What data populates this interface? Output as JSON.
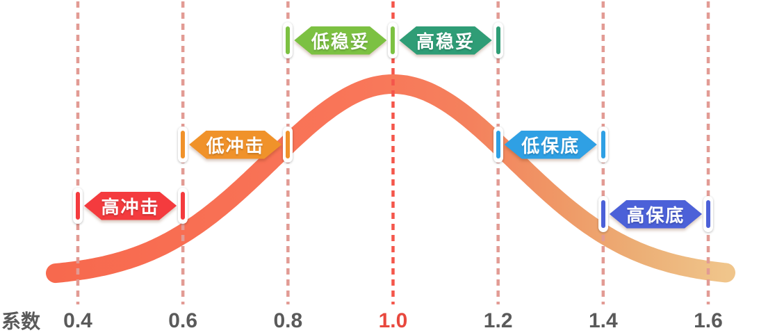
{
  "axis": {
    "title": "系数",
    "title_color": "#5A5A5A",
    "tick_color": "#5A5A5A",
    "tick_highlight_color": "#E8483E",
    "ticks": [
      {
        "label": "0.4",
        "coef": 0.4,
        "highlight": false
      },
      {
        "label": "0.6",
        "coef": 0.6,
        "highlight": false
      },
      {
        "label": "0.8",
        "coef": 0.8,
        "highlight": false
      },
      {
        "label": "1.0",
        "coef": 1.0,
        "highlight": true
      },
      {
        "label": "1.2",
        "coef": 1.2,
        "highlight": false
      },
      {
        "label": "1.4",
        "coef": 1.4,
        "highlight": false
      },
      {
        "label": "1.6",
        "coef": 1.6,
        "highlight": false
      }
    ]
  },
  "gridlines": {
    "color": "#E29B94",
    "highlight_color": "#F4564B"
  },
  "ranges": [
    {
      "id": "high-impact",
      "label": "高冲击",
      "color": "#F43B3E",
      "from": 0.4,
      "to": 0.6,
      "row": "low"
    },
    {
      "id": "low-impact",
      "label": "低冲击",
      "color": "#F0922A",
      "from": 0.6,
      "to": 0.8,
      "row": "mid"
    },
    {
      "id": "low-stable",
      "label": "低稳妥",
      "color": "#7CC142",
      "from": 0.8,
      "to": 1.0,
      "row": "top"
    },
    {
      "id": "high-stable",
      "label": "高稳妥",
      "color": "#2F9D76",
      "from": 1.0,
      "to": 1.2,
      "row": "top"
    },
    {
      "id": "low-guarantee",
      "label": "低保底",
      "color": "#2FA0E4",
      "from": 1.2,
      "to": 1.4,
      "row": "mid"
    },
    {
      "id": "high-guarantee",
      "label": "高保底",
      "color": "#4C61D8",
      "from": 1.4,
      "to": 1.6,
      "row": "low2"
    }
  ],
  "markers": [
    {
      "coef": 0.4,
      "row": "low",
      "color": "#F43B3E"
    },
    {
      "coef": 0.6,
      "row": "low",
      "color": "#F43B3E"
    },
    {
      "coef": 0.6,
      "row": "mid",
      "color": "#F0922A"
    },
    {
      "coef": 0.8,
      "row": "mid",
      "color": "#F0922A"
    },
    {
      "coef": 0.8,
      "row": "top",
      "color": "#7CC142"
    },
    {
      "coef": 1.0,
      "row": "top",
      "color": "#7CC142"
    },
    {
      "coef": 1.2,
      "row": "top",
      "color": "#2F9D76"
    },
    {
      "coef": 1.2,
      "row": "mid",
      "color": "#2FA0E4"
    },
    {
      "coef": 1.4,
      "row": "mid",
      "color": "#2FA0E4"
    },
    {
      "coef": 1.4,
      "row": "low2",
      "color": "#4C61D8"
    },
    {
      "coef": 1.6,
      "row": "low2",
      "color": "#4C61D8"
    }
  ],
  "curve": {
    "stroke_gradient": [
      {
        "offset": 0.0,
        "color": "#F7694E"
      },
      {
        "offset": 0.45,
        "color": "#F97659"
      },
      {
        "offset": 0.62,
        "color": "#F4815D"
      },
      {
        "offset": 0.75,
        "color": "#EF9866"
      },
      {
        "offset": 0.87,
        "color": "#ECAF76"
      },
      {
        "offset": 1.0,
        "color": "#F0C58B"
      }
    ]
  },
  "chart_data": {
    "type": "area",
    "curve": "gaussian-bell",
    "title": "",
    "xlabel": "系数",
    "ylabel": "",
    "x_ticks": [
      0.4,
      0.6,
      0.8,
      1.0,
      1.2,
      1.4,
      1.6
    ],
    "x_range": [
      0.35,
      1.64
    ],
    "highlighted_tick": 1.0,
    "grid": "vertical-dotted",
    "legend": null,
    "gaussian": {
      "mean": 1.0,
      "sigma": 0.232,
      "peak_relative_height": 1.0
    },
    "points": [
      {
        "x": 0.4,
        "y": 0.035
      },
      {
        "x": 0.5,
        "y": 0.098
      },
      {
        "x": 0.6,
        "y": 0.226
      },
      {
        "x": 0.7,
        "y": 0.433
      },
      {
        "x": 0.8,
        "y": 0.689
      },
      {
        "x": 0.9,
        "y": 0.911
      },
      {
        "x": 1.0,
        "y": 1.0
      },
      {
        "x": 1.1,
        "y": 0.911
      },
      {
        "x": 1.2,
        "y": 0.689
      },
      {
        "x": 1.3,
        "y": 0.433
      },
      {
        "x": 1.4,
        "y": 0.226
      },
      {
        "x": 1.5,
        "y": 0.098
      },
      {
        "x": 1.6,
        "y": 0.035
      }
    ],
    "ranges": [
      {
        "label": "高冲击",
        "from": 0.4,
        "to": 0.6
      },
      {
        "label": "低冲击",
        "from": 0.6,
        "to": 0.8
      },
      {
        "label": "低稳妥",
        "from": 0.8,
        "to": 1.0
      },
      {
        "label": "高稳妥",
        "from": 1.0,
        "to": 1.2
      },
      {
        "label": "低保底",
        "from": 1.2,
        "to": 1.4
      },
      {
        "label": "高保底",
        "from": 1.4,
        "to": 1.6
      }
    ]
  }
}
